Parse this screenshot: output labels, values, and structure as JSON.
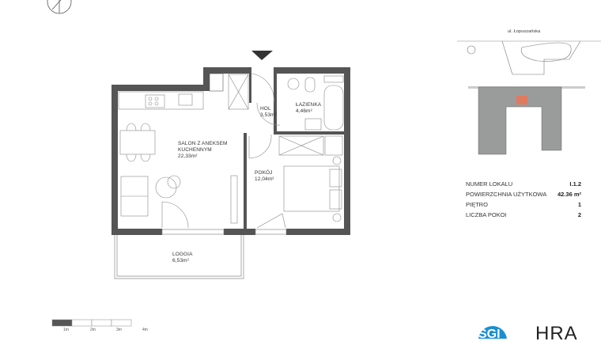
{
  "plan": {
    "rooms": [
      {
        "name": "SALON Z ANEKSEM KUCHENNYM",
        "area": "22,33m²"
      },
      {
        "name": "HOL",
        "area": "3,53m²"
      },
      {
        "name": "ŁAZIENKA",
        "area": "4,46m²"
      },
      {
        "name": "POKÓJ",
        "area": "12,04m²"
      },
      {
        "name": "LOGGIA",
        "area": "6,53m²"
      }
    ],
    "entrance_icon": "triangle-down-icon",
    "compass_icon": "compass-icon"
  },
  "site": {
    "street": "ul. Łopuszańska",
    "highlight_color": "#e07a5f"
  },
  "details": [
    {
      "label": "NUMER LOKALU",
      "value": "I.1.2"
    },
    {
      "label": "POWIERZCHNIA UŻYTKOWA",
      "value": "42.36 m²"
    },
    {
      "label": "PIĘTRO",
      "value": "1"
    },
    {
      "label": "LICZBA POKOI",
      "value": "2"
    }
  ],
  "scale": [
    "1m",
    "2m",
    "3m",
    "4m"
  ],
  "logos": {
    "sgi": "SGI",
    "hra": "HRA",
    "sgi_color": "#1a8fd1"
  }
}
